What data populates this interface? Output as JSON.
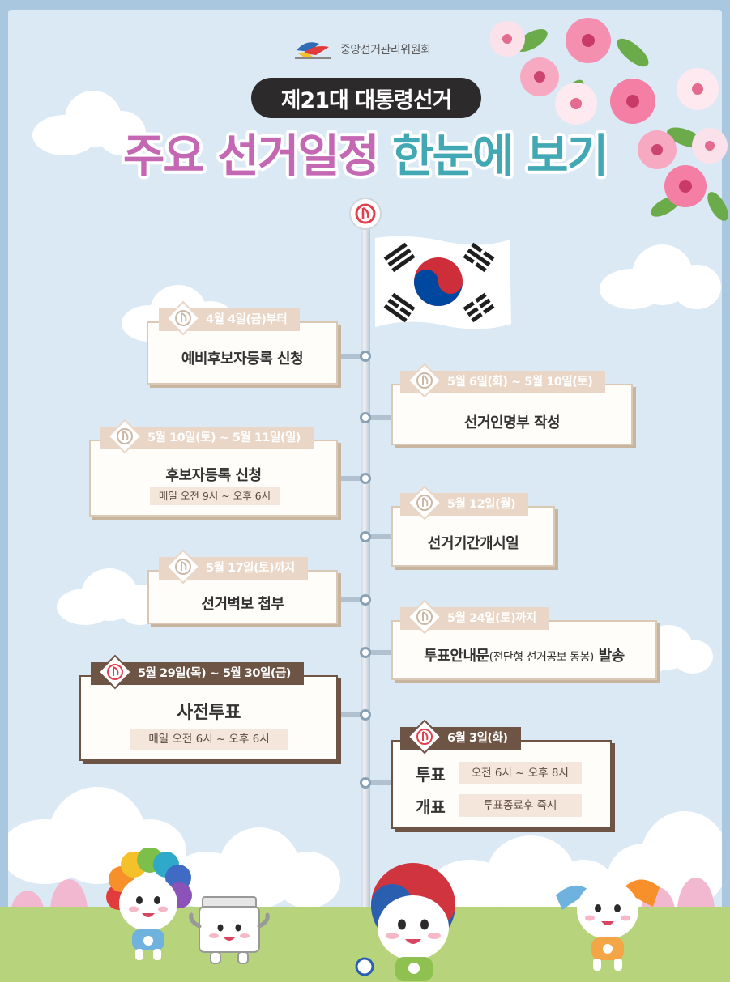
{
  "header": {
    "org_name": "중앙선거관리위원회",
    "election_title": "제21대 대통령선거",
    "headline_part1": "주요 선거일정",
    "headline_part2": "한눈에 보기"
  },
  "schedule": [
    {
      "date": "4월 4일(금)부터",
      "title": "예비후보자등록 신청",
      "side": "left"
    },
    {
      "date": "5월 6일(화) ~ 5월 10일(토)",
      "title": "선거인명부 작성",
      "side": "right"
    },
    {
      "date": "5월 10일(토) ~ 5월 11일(일)",
      "title": "후보자등록 신청",
      "note": "매일 오전 9시 ~ 오후 6시",
      "side": "left"
    },
    {
      "date": "5월 12일(월)",
      "title": "선거기간개시일",
      "side": "right"
    },
    {
      "date": "5월 17일(토)까지",
      "title": "선거벽보 첩부",
      "side": "left"
    },
    {
      "date": "5월 24일(토)까지",
      "title_main": "투표안내문",
      "title_paren": "(전단형 선거공보 동봉)",
      "title_tail": " 발송",
      "side": "right"
    },
    {
      "date": "5월 29일(목) ~ 5월 30일(금)",
      "title": "사전투표",
      "note": "매일 오전 6시 ~ 오후 6시",
      "side": "left",
      "highlight": true
    },
    {
      "date": "6월 3일(화)",
      "side": "right",
      "highlight": true,
      "rows": [
        {
          "label": "투표",
          "value": "오전 6시 ~ 오후 8시"
        },
        {
          "label": "개표",
          "value": "투표종료후 즉시"
        }
      ]
    }
  ],
  "icons": {
    "ballot_mark": "ballot-stamp-icon",
    "flag": "taegukgi-flag",
    "logo": "nec-logo-icon"
  },
  "colors": {
    "headline_pink": "#c468b4",
    "headline_teal": "#42a9b4",
    "tab_light": "#e9d6c6",
    "tab_dark": "#6d5444",
    "pill_bg": "#2d2a2b"
  }
}
